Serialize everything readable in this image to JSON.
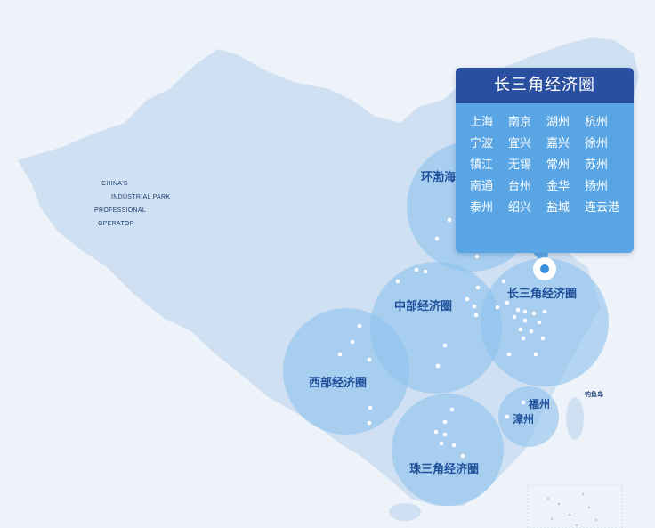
{
  "caption": {
    "lines": [
      "CHINA'S",
      "INDUSTRIAL PARK",
      "PROFESSIONAL",
      "OPERATOR"
    ]
  },
  "zones": {
    "bohai": "环渤海",
    "central": "中部经济圈",
    "yangtze": "长三角经济圈",
    "western": "西部经济圈",
    "pearl": "珠三角经济圈"
  },
  "cities": {
    "fuzhou": "福州",
    "zhangzhou": "漳州"
  },
  "islands": {
    "diaoyu": "钓鱼岛"
  },
  "popup": {
    "title": "长三角经济圈",
    "cities": [
      "上海",
      "南京",
      "湖州",
      "杭州",
      "宁波",
      "宜兴",
      "嘉兴",
      "徐州",
      "镇江",
      "无锡",
      "常州",
      "苏州",
      "南通",
      "台州",
      "金华",
      "扬州",
      "泰州",
      "绍兴",
      "盐城",
      "连云港"
    ]
  },
  "colors": {
    "background": "#eef3f9",
    "land": "#cfe0f2",
    "circle": "#8cc1ec",
    "popup_header": "#2a4fa0",
    "popup_body": "#5aa6e4",
    "pin": "#3a8fdc",
    "label": "#1e4f9a"
  },
  "icons": {
    "pin": "map-pin-icon"
  }
}
